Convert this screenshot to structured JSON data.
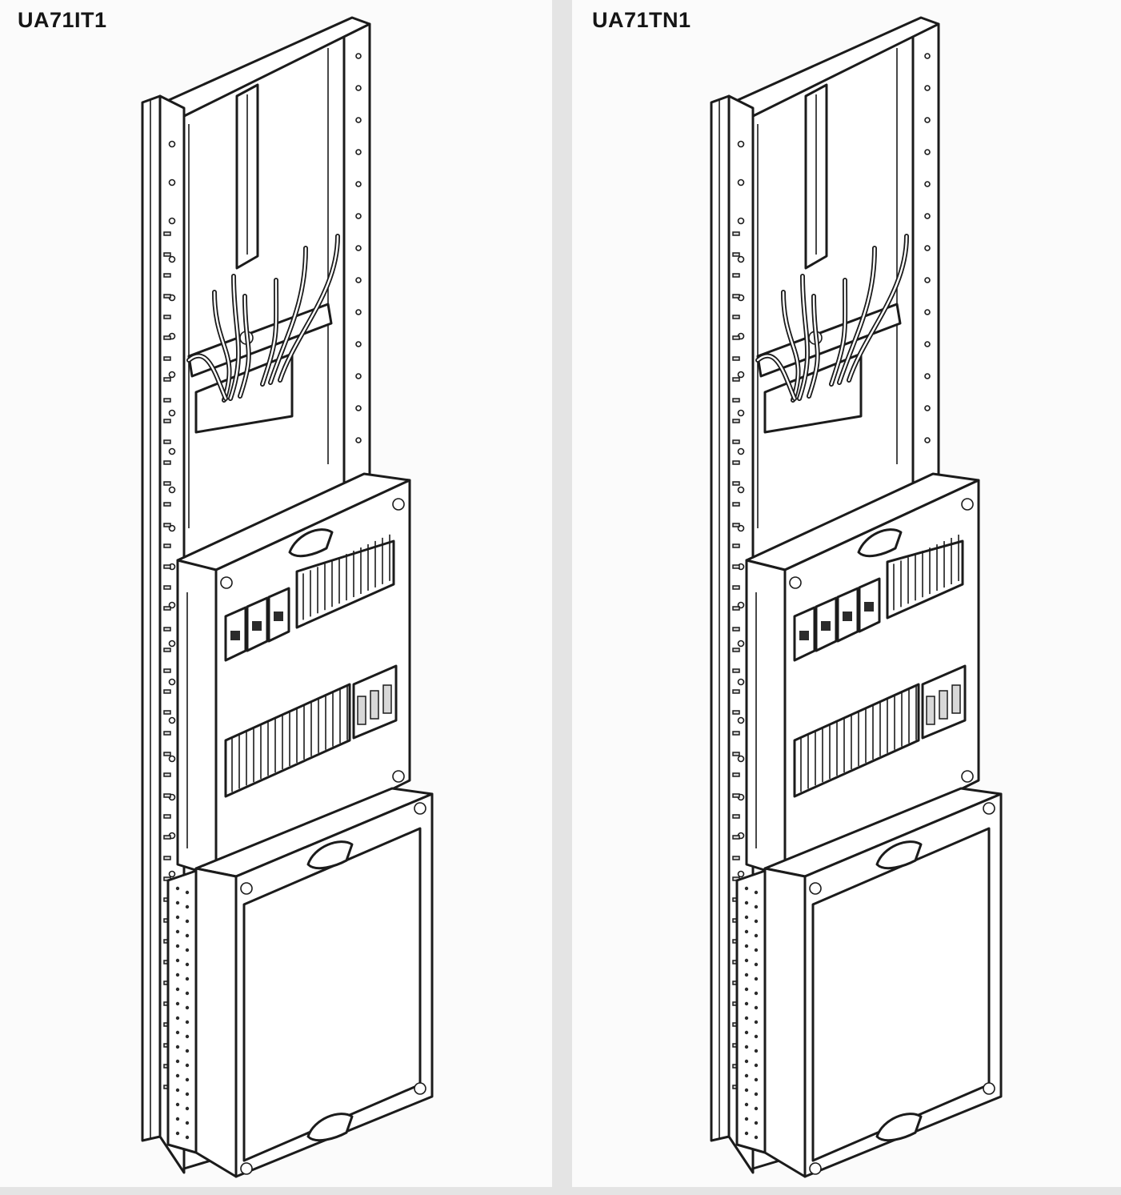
{
  "figures": [
    {
      "id": "left",
      "label": "UA71IT1",
      "breaker_count": 3
    },
    {
      "id": "right",
      "label": "UA71TN1",
      "breaker_count": 4
    }
  ],
  "colors": {
    "line": "#1b1b1b",
    "panel": "#fbfbfb",
    "background": "#e4e4e4"
  }
}
